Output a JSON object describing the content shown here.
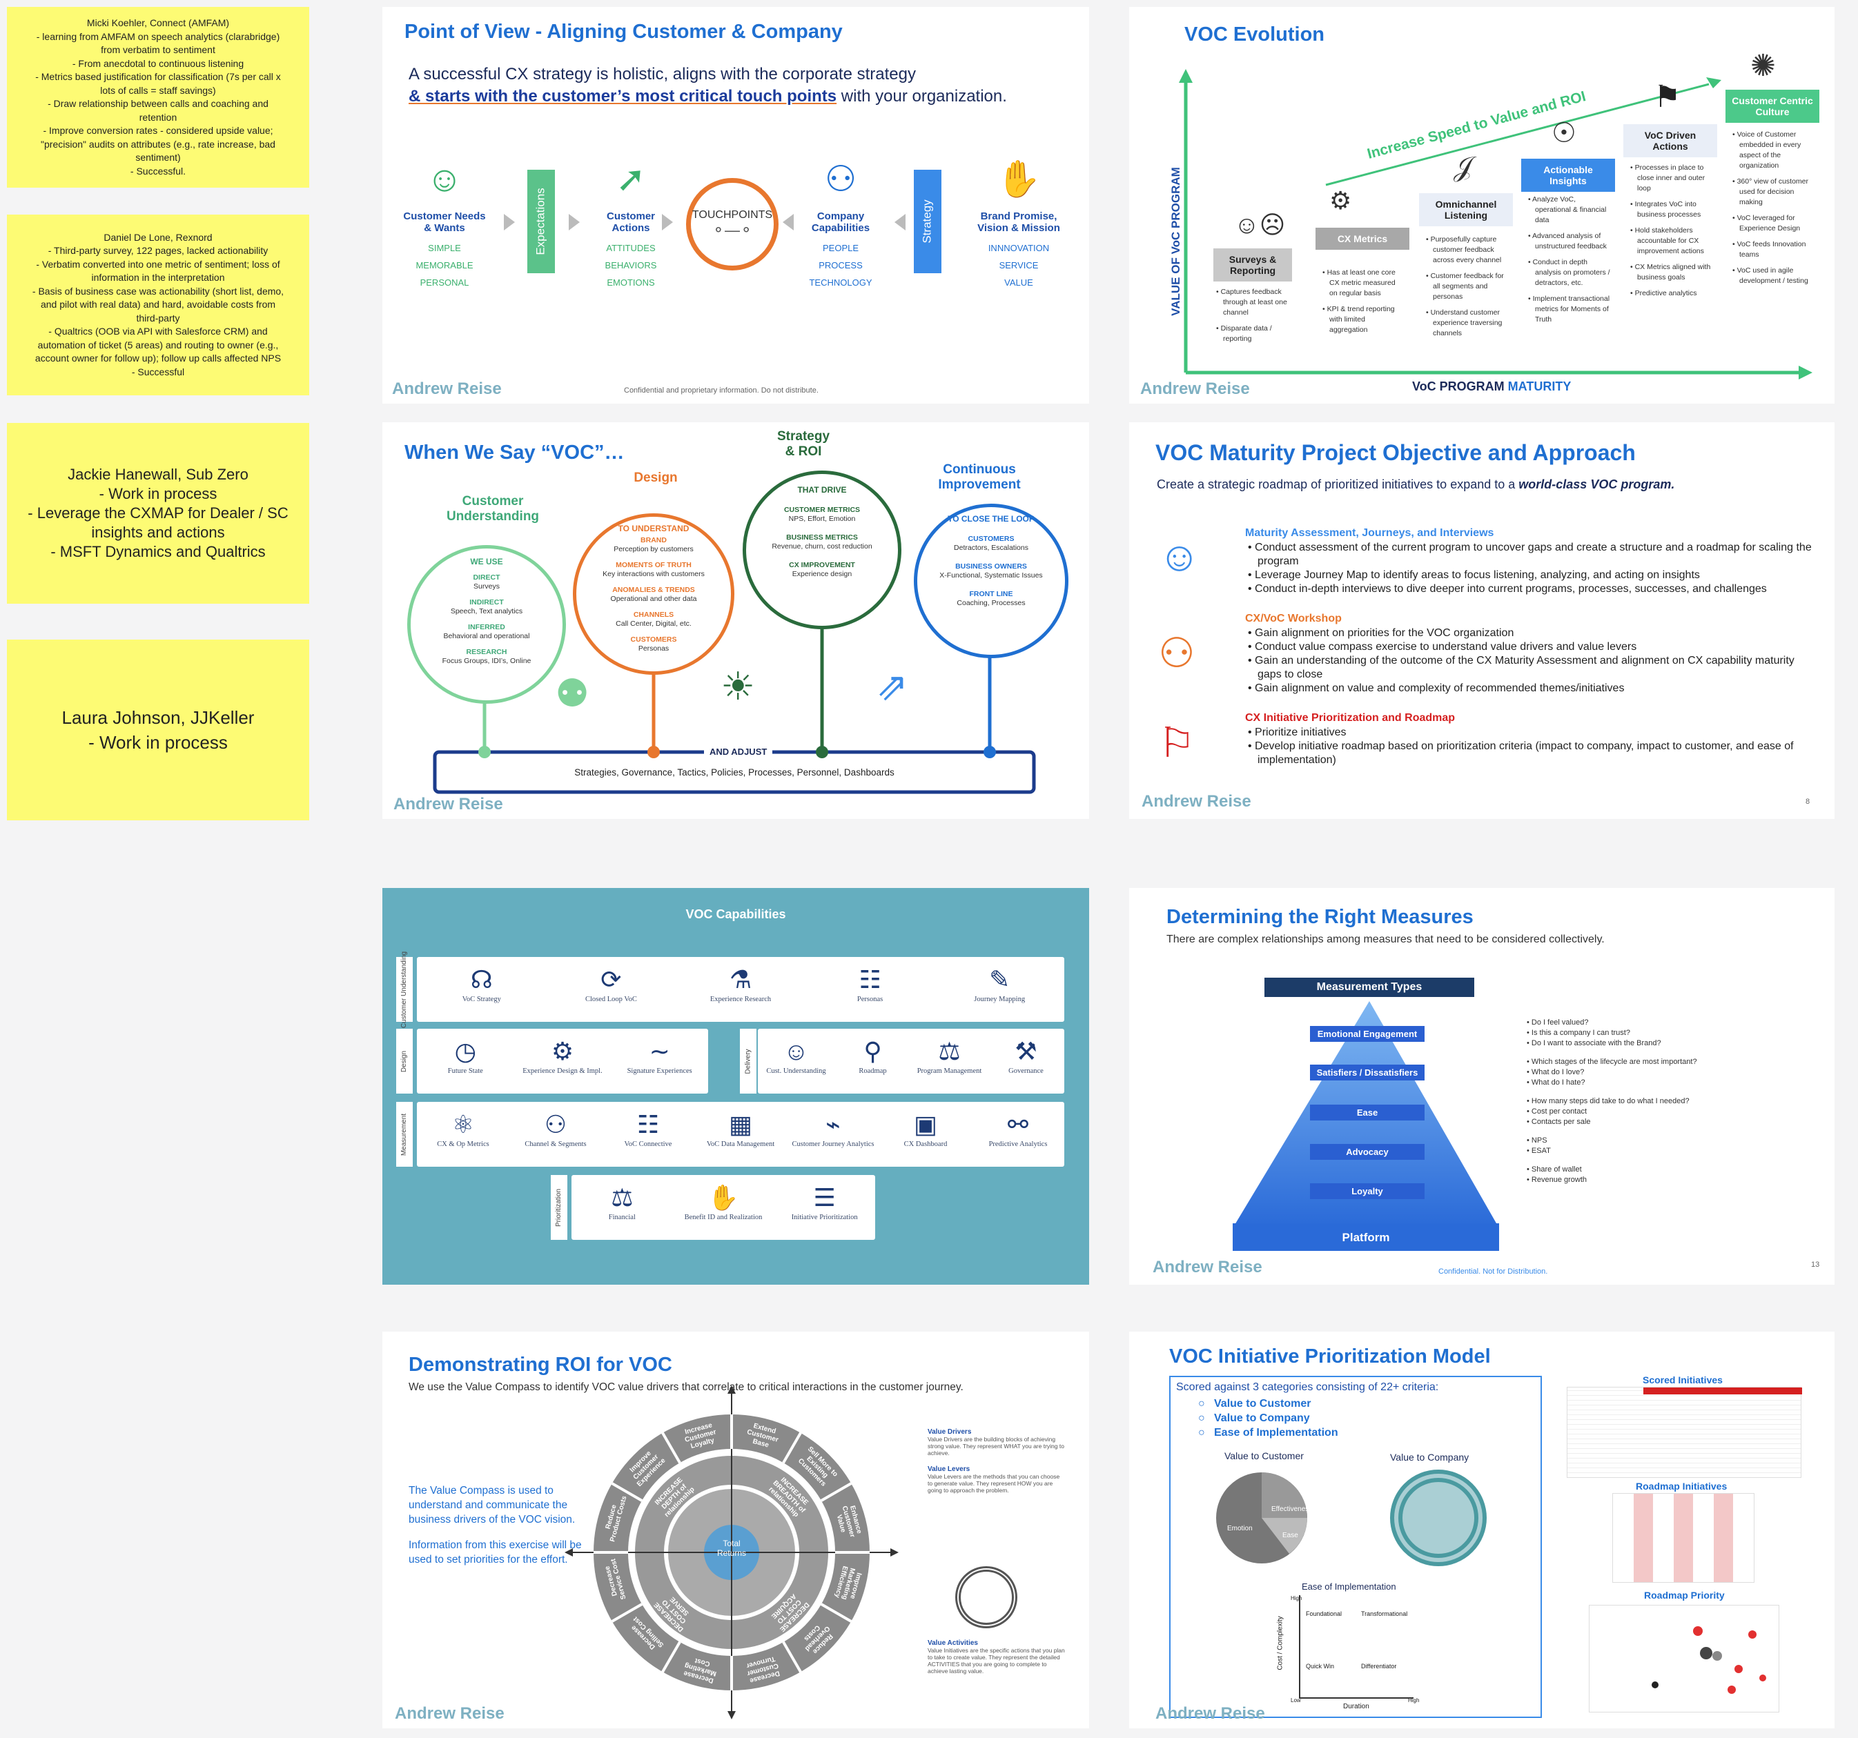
{
  "stickies": [
    {
      "lines": [
        "Micki Koehler, Connect (AMFAM)",
        "- learning from AMFAM on speech analytics (clarabridge)",
        "from verbatim to sentiment",
        "- From anecdotal to continuous listening",
        "- Metrics based justification for classification (7s per call x",
        "lots of calls = staff savings)",
        "- Draw relationship between calls and coaching and",
        "retention",
        "- Improve conversion rates - considered upside value;",
        "\"precision\" audits on attributes (e.g., rate increase, bad",
        "sentiment)",
        "- Successful."
      ]
    },
    {
      "lines": [
        "Daniel De Lone, Rexnord",
        "- Third-party survey, 122 pages, lacked actionability",
        "- Verbatim converted into one metric of sentiment; loss of",
        "information in the interpretation",
        "- Basis of business case was actionability (short list, demo,",
        "and pilot with real data) and hard, avoidable costs from",
        "third-party",
        "- Qualtrics (OOB via API with Salesforce CRM) and",
        "automation of ticket (5 areas) and routing to owner (e.g.,",
        "account owner for follow up); follow up calls affected NPS",
        "- Successful"
      ]
    },
    {
      "lines": [
        "Jackie Hanewall, Sub Zero",
        "- Work in process",
        "- Leverage the CXMAP for Dealer / SC",
        "insights and actions",
        "- MSFT Dynamics and Qualtrics"
      ]
    },
    {
      "lines": [
        "Laura Johnson, JJKeller",
        "- Work in process"
      ]
    }
  ],
  "brand": "Andrew Reise",
  "slide1": {
    "title": "Point of View - Aligning Customer & Company",
    "sub1": "A successful CX strategy is holistic, aligns with the corporate strategy",
    "sub2_bold": "& starts with the customer’s most critical touch points",
    "sub2_rest": " with your organization.",
    "items": [
      {
        "h1": "Customer Needs",
        "h2": "& Wants",
        "l": [
          "SIMPLE",
          "MEMORABLE",
          "PERSONAL"
        ]
      },
      {
        "h1": "Customer",
        "h2": "Actions",
        "l": [
          "ATTITUDES",
          "BEHAVIORS",
          "EMOTIONS"
        ]
      },
      {
        "h1": "Company",
        "h2": "Capabilities",
        "l": [
          "PEOPLE",
          "PROCESS",
          "TECHNOLOGY"
        ]
      },
      {
        "h1": "Brand Promise,",
        "h2": "Vision & Mission",
        "l": [
          "INNNOVATION",
          "SERVICE",
          "VALUE"
        ]
      }
    ],
    "bar1": "Expectations",
    "bar2": "Strategy",
    "touch": "TOUCHPOINTS",
    "conf": "Confidential and proprietary information. Do not distribute."
  },
  "slide2": {
    "title": "VOC Evolution",
    "yaxis": "VALUE OF VoC PROGRAM",
    "xaxis_a": "VoC PROGRAM ",
    "xaxis_b": "MATURITY",
    "speed": "Increase Speed to Value and ROI",
    "stages": [
      {
        "name": "Surveys & Reporting",
        "bullets": [
          "Captures feedback through at least one channel",
          "Disparate data / reporting"
        ]
      },
      {
        "name": "CX Metrics",
        "bullets": [
          "Has at least one core CX metric measured on regular basis",
          "KPI & trend reporting with limited aggregation"
        ]
      },
      {
        "name": "Omnichannel Listening",
        "bullets": [
          "Purposefully capture customer feedback across every channel",
          "Customer feedback for all segments and personas",
          "Understand customer experience traversing channels"
        ]
      },
      {
        "name": "Actionable Insights",
        "bullets": [
          "Analyze VoC, operational & financial data",
          "Advanced analysis of unstructured feedback",
          "Conduct in depth analysis on promoters / detractors, etc.",
          "Implement transactional metrics for Moments of Truth"
        ]
      },
      {
        "name": "VoC Driven Actions",
        "bullets": [
          "Processes in place to close inner and outer loop",
          "Integrates VoC into business processes",
          "Hold stakeholders accountable for CX improvement actions",
          "CX Metrics aligned with business goals",
          "Predictive analytics"
        ]
      },
      {
        "name": "Customer Centric Culture",
        "bullets": [
          "Voice of Customer embedded in every aspect of the organization",
          "360° view of customer used for decision making",
          "VoC leveraged for Experience Design",
          "VoC feeds Innovation teams",
          "VoC used in agile development / testing"
        ]
      }
    ]
  },
  "slide3": {
    "title": "When We Say “VOC”…",
    "c1": {
      "top1": "Customer",
      "top2": "Understanding",
      "tag": "WE USE",
      "items": [
        [
          "DIRECT",
          "Surveys"
        ],
        [
          "INDIRECT",
          "Speech, Text analytics"
        ],
        [
          "INFERRED",
          "Behavioral and operational"
        ],
        [
          "RESEARCH",
          "Focus Groups, IDI’s, Online"
        ]
      ]
    },
    "c2": {
      "top1": "Design",
      "tag": "TO UNDERSTAND",
      "items": [
        [
          "BRAND",
          "Perception by customers"
        ],
        [
          "MOMENTS OF TRUTH",
          "Key interactions with customers"
        ],
        [
          "ANOMALIES & TRENDS",
          "Operational and other data"
        ],
        [
          "CHANNELS",
          "Call Center, Digital, etc."
        ],
        [
          "CUSTOMERS",
          "Personas"
        ]
      ]
    },
    "c3": {
      "top1": "Strategy",
      "top2": "& ROI",
      "tag": "THAT DRIVE",
      "items": [
        [
          "CUSTOMER METRICS",
          "NPS, Effort, Emotion"
        ],
        [
          "BUSINESS METRICS",
          "Revenue, churn, cost reduction"
        ],
        [
          "CX IMPROVEMENT",
          "Experience design"
        ]
      ]
    },
    "c4": {
      "top1": "Continuous",
      "top2": "Improvement",
      "tag": "TO CLOSE THE LOOP",
      "items": [
        [
          "CUSTOMERS",
          "Detractors, Escalations"
        ],
        [
          "BUSINESS OWNERS",
          "X-Functional, Systematic Issues"
        ],
        [
          "FRONT LINE",
          "Coaching, Processes"
        ]
      ]
    },
    "adjust": "AND ADJUST",
    "bottom": "Strategies, Governance, Tactics, Policies, Processes, Personnel, Dashboards"
  },
  "slide4": {
    "title": "VOC Maturity Project Objective and Approach",
    "sub_a": "Create a strategic roadmap of prioritized initiatives to expand to a ",
    "sub_b": "world-class VOC program.",
    "sections": [
      {
        "h": "Maturity Assessment, Journeys, and Interviews",
        "items": [
          "Conduct assessment of the current program to uncover gaps and create a structure and a roadmap for scaling the program",
          "Leverage Journey Map to identify areas to focus listening, analyzing, and acting on insights",
          "Conduct in-depth interviews to dive deeper into current programs, processes, successes, and challenges"
        ]
      },
      {
        "h": "CX/VoC Workshop",
        "items": [
          "Gain alignment on priorities for the VOC organization",
          "Conduct value compass exercise to understand value drivers and value levers",
          "Gain an understanding of the outcome of the CX Maturity Assessment and alignment on CX capability maturity gaps to close",
          "Gain alignment on value and complexity of recommended themes/initiatives"
        ]
      },
      {
        "h": "CX Initiative Prioritization and Roadmap",
        "items": [
          "Prioritize initiatives",
          "Develop initiative roadmap based on prioritization criteria (impact to company, impact to customer, and ease of implementation)"
        ]
      }
    ],
    "page": "8"
  },
  "slide5": {
    "title": "VOC Capabilities",
    "groups": [
      "Customer Understanding",
      "Design",
      "Delivery",
      "Measurement",
      "Prioritization"
    ],
    "row1": [
      "VoC Strategy",
      "Closed Loop VoC",
      "Experience Research",
      "Personas",
      "Journey Mapping"
    ],
    "row2a": [
      "Future State",
      "Experience Design & Impl.",
      "Signature Experiences"
    ],
    "row2b": [
      "Cust. Understanding",
      "Roadmap",
      "Program Management",
      "Governance"
    ],
    "row3": [
      "CX & Op Metrics",
      "Channel & Segments",
      "VoC Connective",
      "VoC Data Management",
      "Customer Journey Analytics",
      "CX Dashboard",
      "Predictive Analytics"
    ],
    "row4": [
      "Financial",
      "Benefit ID and Realization",
      "Initiative Prioritization"
    ]
  },
  "slide6": {
    "title": "Determining the Right Measures",
    "sub": "There are complex relationships among measures that need to be considered collectively.",
    "header": "Measurement Types",
    "levels": [
      "Emotional Engagement",
      "Satisfiers / Dissatisfiers",
      "Ease",
      "Advocacy",
      "Loyalty",
      "Platform"
    ],
    "questions": [
      [
        "Do I feel valued?",
        "Is this a company I can trust?",
        "Do I want to associate with the Brand?"
      ],
      [
        "Which stages of the lifecycle are most important?",
        "What do I love?",
        "What do I hate?"
      ],
      [
        "How many steps did take to do what I needed?",
        "Cost per contact",
        "Contacts per sale"
      ],
      [
        "NPS",
        "ESAT"
      ],
      [
        "Share of wallet",
        "Revenue growth"
      ]
    ],
    "conf": "Confidential. Not for Distribution.",
    "page": "13"
  },
  "slide7": {
    "title": "Demonstrating ROI for VOC",
    "sub": "We use the Value Compass to identify VOC value drivers that correlate to critical interactions in the customer journey.",
    "p1": "The Value Compass is used to understand and communicate the business drivers of the VOC vision.",
    "p2": "Information from this exercise will be used to set priorities for the effort.",
    "center1": "Total",
    "center2": "Returns",
    "outer": [
      "Extend Customer Base",
      "Sell More to Existing Customers",
      "Enhance Customer Value",
      "Improve Marketing Efficiency",
      "Reduce Overhead Costs",
      "Decrease Customer Turnover",
      "Decrease Marketing Cost",
      "Decrease Selling Cost",
      "Decrease Service Cost",
      "Reduce Product Costs",
      "Improve Customer Experience",
      "Increase Customer Loyalty"
    ],
    "inner": [
      "INCREASE BREADTH of relationship",
      "DECREASE COST TO ACQUIRE",
      "DECREASE COST TO SERVE",
      "INCREASE DEPTH of relationship"
    ],
    "legend": [
      {
        "h": "Value Drivers",
        "t": "Value Drivers are the building blocks of achieving strong value. They represent WHAT you are trying to achieve."
      },
      {
        "h": "Value Levers",
        "t": "Value Levers are the methods that you can choose to generate value. They represent HOW you are going to approach the problem."
      },
      {
        "h": "Value Activities",
        "t": "Value Initiatives are the specific actions that you plan to take to create value. They represent the detailed ACTIVITIES that you are going to complete to achieve lasting value."
      }
    ]
  },
  "slide8": {
    "title": "VOC Initiative Prioritization Model",
    "scored": "Scored against 3 categories consisting of 22+ criteria:",
    "cats": [
      "Value to Customer",
      "Value to Company",
      "Ease of Implementation"
    ],
    "vcust": "Value to Customer",
    "vcomp": "Value to Company",
    "ease": "Ease of Implementation",
    "pie": [
      "Emotion",
      "Effectiveness",
      "Ease"
    ],
    "grid": [
      "Foundational",
      "Transformational",
      "Quick Win",
      "Differentiator"
    ],
    "yax": "Cost / Complexity",
    "xax": "Duration",
    "high": "High",
    "low": "Low",
    "right": [
      "Scored Initiatives",
      "Roadmap Initiatives",
      "Roadmap Priority"
    ]
  }
}
